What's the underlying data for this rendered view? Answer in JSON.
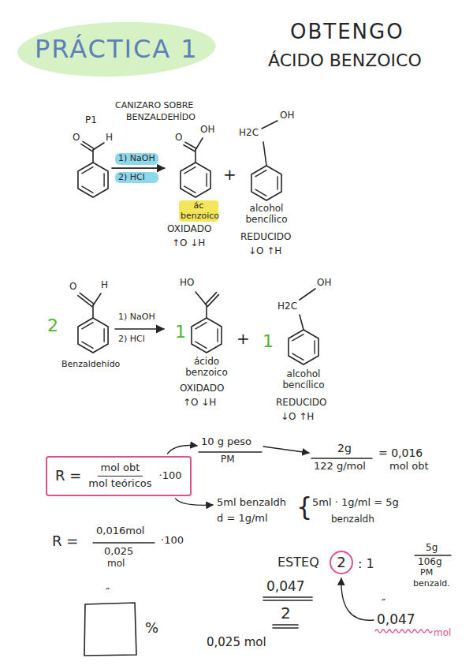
{
  "diagram": {
    "title": "PRÁCTICA 1",
    "nodes": [
      {
        "text": [
          "R =",
          "mol obt",
          "mol teóricos",
          "·100"
        ]
      },
      {
        "text": [
          "1) NaOH",
          "2) HCl"
        ]
      },
      {
        "text": [
          "ác benzoico"
        ]
      },
      {
        "text": [
          "2"
        ]
      }
    ],
    "labels": [
      "OBTENGO",
      "ÁCIDO BENZOICO",
      "P1",
      "CANIZARO SOBRE",
      "BENZALDEHÍDO",
      "O",
      "H",
      "O",
      "OH",
      "+",
      "H2C",
      "OH",
      "OXIDADO",
      "↑O ↓H",
      "alcohol bencílico",
      "REDUCIDO",
      "↓O ↑H",
      "2",
      "O",
      "H",
      "1) NaOH",
      "2) HCl",
      "1",
      "HO",
      "+",
      "1",
      "H2C",
      "OH",
      "Benzaldehído",
      "ácido benzoico",
      "OXIDADO",
      "↑O ↓H",
      "alcohol bencílico",
      "REDUCIDO",
      "↓O ↑H",
      "10 g peso",
      "PM",
      "2g",
      "122 g/mol",
      "= 0,016",
      "mol obt",
      "5ml benzaldh",
      "d = 1g/ml",
      "{",
      "5ml · 1g/ml = 5g",
      "benzaldh",
      "R =",
      "0,016mol",
      "0,025",
      "mol",
      "·100",
      "ESTEQ",
      ": 1",
      "5g",
      "106g",
      "PM",
      "benzald.",
      "″",
      "0,047",
      "mol",
      "0,047",
      "2",
      "0,025 mol",
      "″",
      "%"
    ]
  }
}
